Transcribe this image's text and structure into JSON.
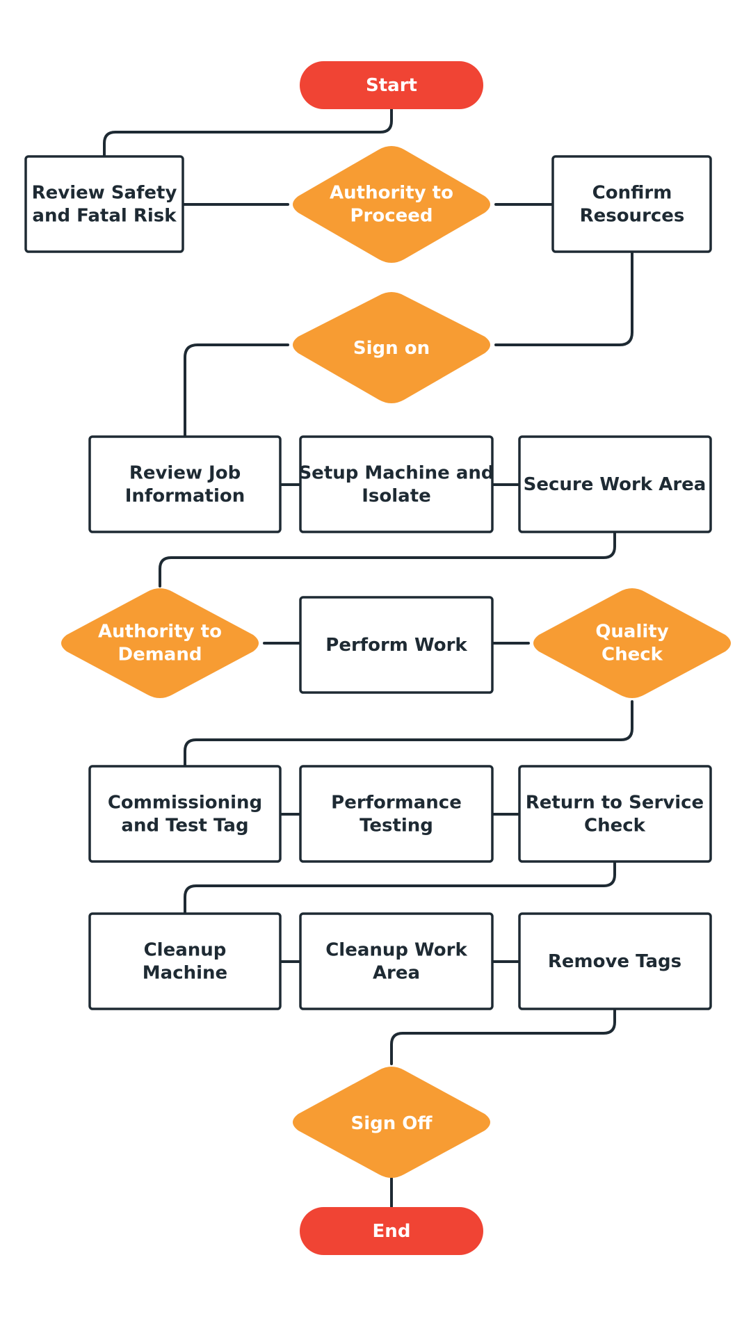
{
  "colors": {
    "terminal": "#f04434",
    "decision": "#f79c33",
    "box_border": "#1e2a33",
    "connector": "#1e2a33",
    "box_text": "#1e2a33",
    "shape_text": "#ffffff"
  },
  "nodes": {
    "start": {
      "lines": [
        "Start"
      ]
    },
    "review_safety": {
      "lines": [
        "Review Safety",
        "and Fatal Risk"
      ]
    },
    "authority_proceed": {
      "lines": [
        "Authority to",
        "Proceed"
      ]
    },
    "confirm_resources": {
      "lines": [
        "Confirm",
        "Resources"
      ]
    },
    "sign_on": {
      "lines": [
        "Sign on"
      ]
    },
    "review_job": {
      "lines": [
        "Review Job",
        "Information"
      ]
    },
    "setup_machine": {
      "lines": [
        "Setup Machine and",
        "Isolate"
      ]
    },
    "secure_work_area": {
      "lines": [
        "Secure Work Area"
      ]
    },
    "authority_demand": {
      "lines": [
        "Authority to",
        "Demand"
      ]
    },
    "perform_work": {
      "lines": [
        "Perform Work"
      ]
    },
    "quality_check": {
      "lines": [
        "Quality",
        "Check"
      ]
    },
    "commissioning": {
      "lines": [
        "Commissioning",
        "and Test Tag"
      ]
    },
    "performance_testing": {
      "lines": [
        "Performance",
        "Testing"
      ]
    },
    "return_service": {
      "lines": [
        "Return to Service",
        "Check"
      ]
    },
    "cleanup_machine": {
      "lines": [
        "Cleanup",
        "Machine"
      ]
    },
    "cleanup_area": {
      "lines": [
        "Cleanup Work",
        "Area"
      ]
    },
    "remove_tags": {
      "lines": [
        "Remove Tags"
      ]
    },
    "sign_off": {
      "lines": [
        "Sign Off"
      ]
    },
    "end": {
      "lines": [
        "End"
      ]
    }
  }
}
